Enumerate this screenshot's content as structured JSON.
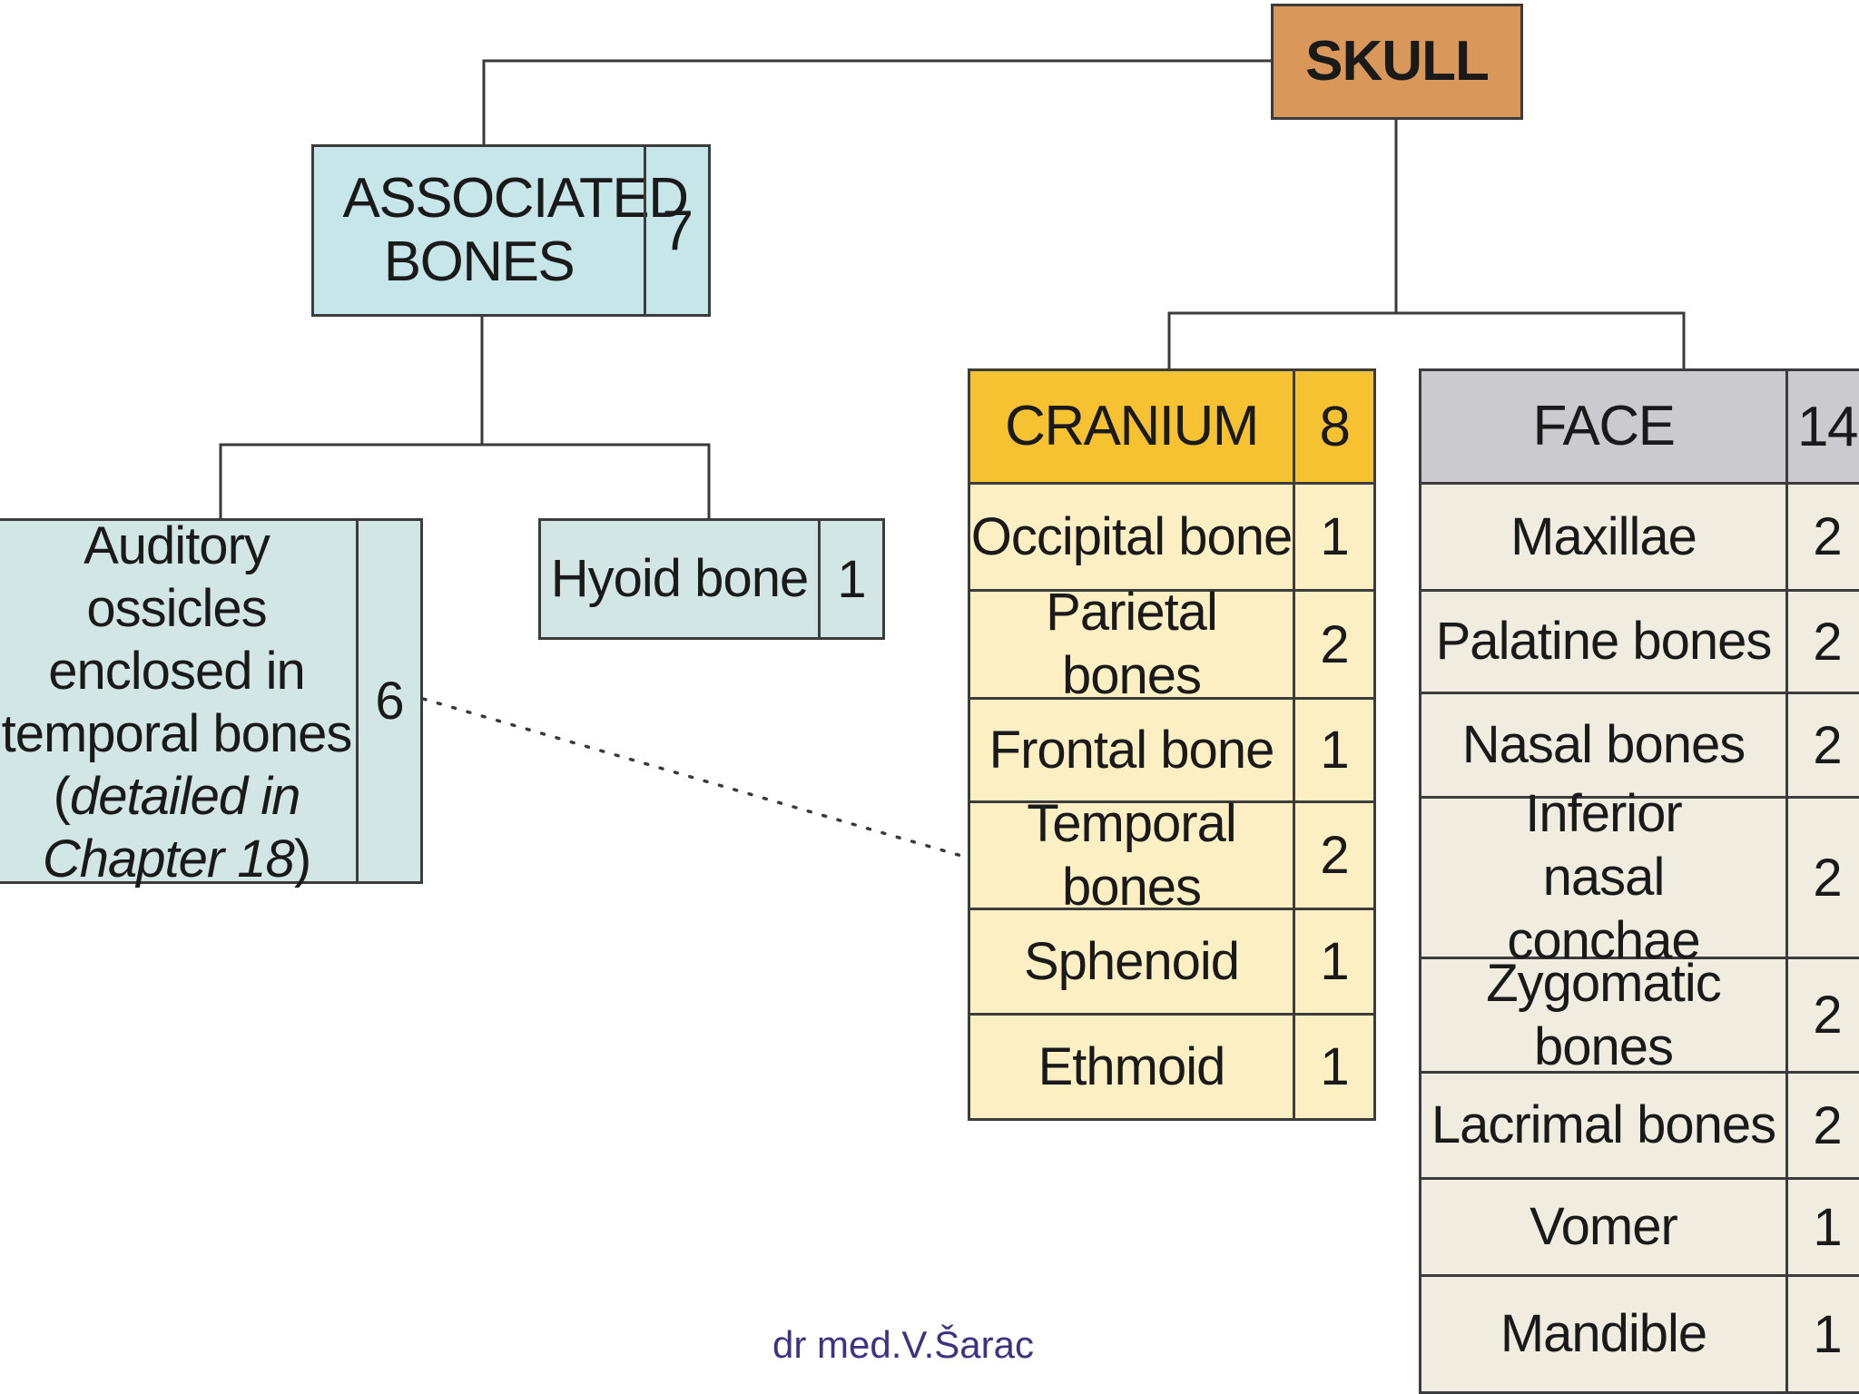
{
  "root": {
    "label": "SKULL"
  },
  "associated": {
    "label": "ASSOCIATED BONES",
    "count": "7"
  },
  "auditory": {
    "line1": "Auditory ossicles",
    "line2": "enclosed in",
    "line3": "temporal bones",
    "line4_open": "(",
    "line4_italic": "detailed in",
    "line5_italic": "Chapter 18",
    "line5_close": ")",
    "count": "6"
  },
  "hyoid": {
    "label": "Hyoid bone",
    "count": "1"
  },
  "cranium": {
    "label": "CRANIUM",
    "count": "8",
    "rows": [
      {
        "label": "Occipital bone",
        "count": "1"
      },
      {
        "label": "Parietal bones",
        "count": "2"
      },
      {
        "label": "Frontal bone",
        "count": "1"
      },
      {
        "label": "Temporal bones",
        "count": "2"
      },
      {
        "label": "Sphenoid",
        "count": "1"
      },
      {
        "label": "Ethmoid",
        "count": "1"
      }
    ]
  },
  "face": {
    "label": "FACE",
    "count": "14",
    "rows": [
      {
        "label": "Maxillae",
        "count": "2"
      },
      {
        "label": "Palatine bones",
        "count": "2"
      },
      {
        "label": "Nasal bones",
        "count": "2"
      },
      {
        "label": "Inferior nasal conchae",
        "count": "2"
      },
      {
        "label": "Zygomatic bones",
        "count": "2"
      },
      {
        "label": "Lacrimal bones",
        "count": "2"
      },
      {
        "label": "Vomer",
        "count": "1"
      },
      {
        "label": "Mandible",
        "count": "1"
      }
    ]
  },
  "footer": {
    "credit": "dr med.V.Šarac"
  },
  "colors": {
    "skull": "#d9975a",
    "associated": "#c6e6ea",
    "ossicles": "#d2e6e6",
    "cranium_header": "#f7c232",
    "cranium_body": "#fcefc4",
    "face_header": "#cbcbcf",
    "face_body": "#f0ece0",
    "credit": "#3d3382"
  }
}
